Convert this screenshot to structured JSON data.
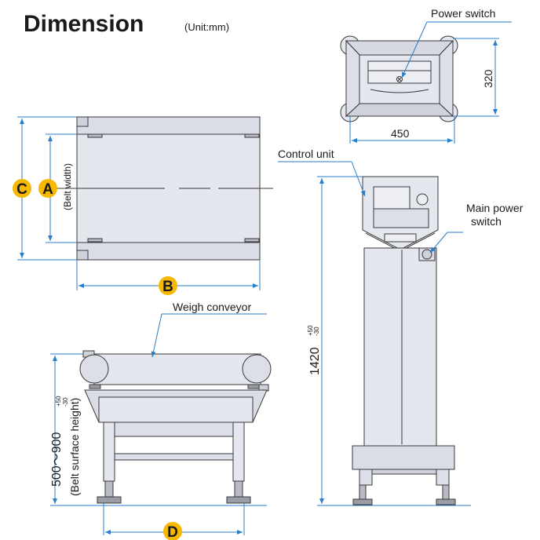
{
  "title": "Dimension",
  "unit": "(Unit:mm)",
  "callouts": {
    "power_switch": "Power switch",
    "control_unit": "Control unit",
    "main_power_line1": "Main power",
    "main_power_line2": "switch",
    "weigh_conveyor": "Weigh conveyor"
  },
  "dimensions": {
    "a": "A",
    "b": "B",
    "c": "C",
    "d": "D",
    "belt_width": "(Belt width)",
    "width_450": "450",
    "depth_320": "320",
    "height_1420": "1420",
    "height_range": "500～900",
    "tol_plus": "+50",
    "tol_minus": "-30",
    "belt_surface_height": "(Belt surface height)"
  },
  "colors": {
    "line": "#2a7ec8",
    "badge": "#f6b800",
    "body": "#e5e7ef",
    "stroke": "#3a3a3a"
  }
}
